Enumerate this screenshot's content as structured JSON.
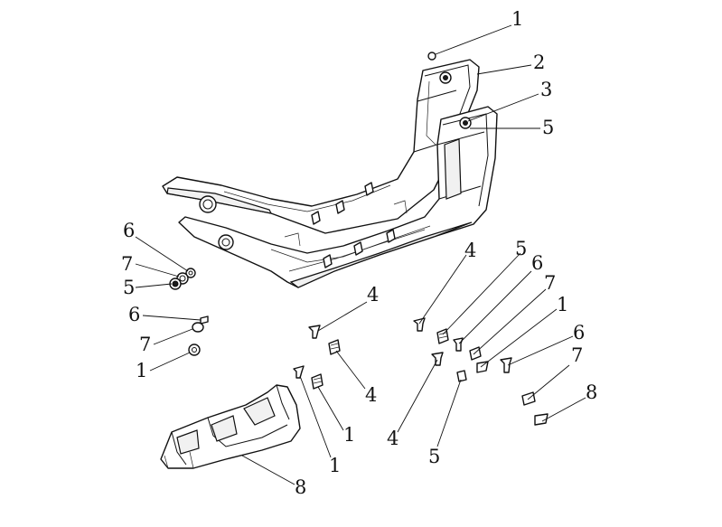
{
  "callouts": {
    "c1": "1",
    "c2": "2",
    "c3": "3",
    "c4": "5",
    "c5": "6",
    "c6": "7",
    "c7": "5",
    "c8": "6",
    "c9": "7",
    "c10": "1",
    "c11": "4",
    "c12": "4",
    "c13": "1",
    "c14": "1",
    "c15": "4",
    "c16": "5",
    "c17": "6",
    "c18": "7",
    "c19": "1",
    "c20": "4",
    "c21": "5",
    "c22": "6",
    "c23": "7",
    "c24": "8"
  }
}
